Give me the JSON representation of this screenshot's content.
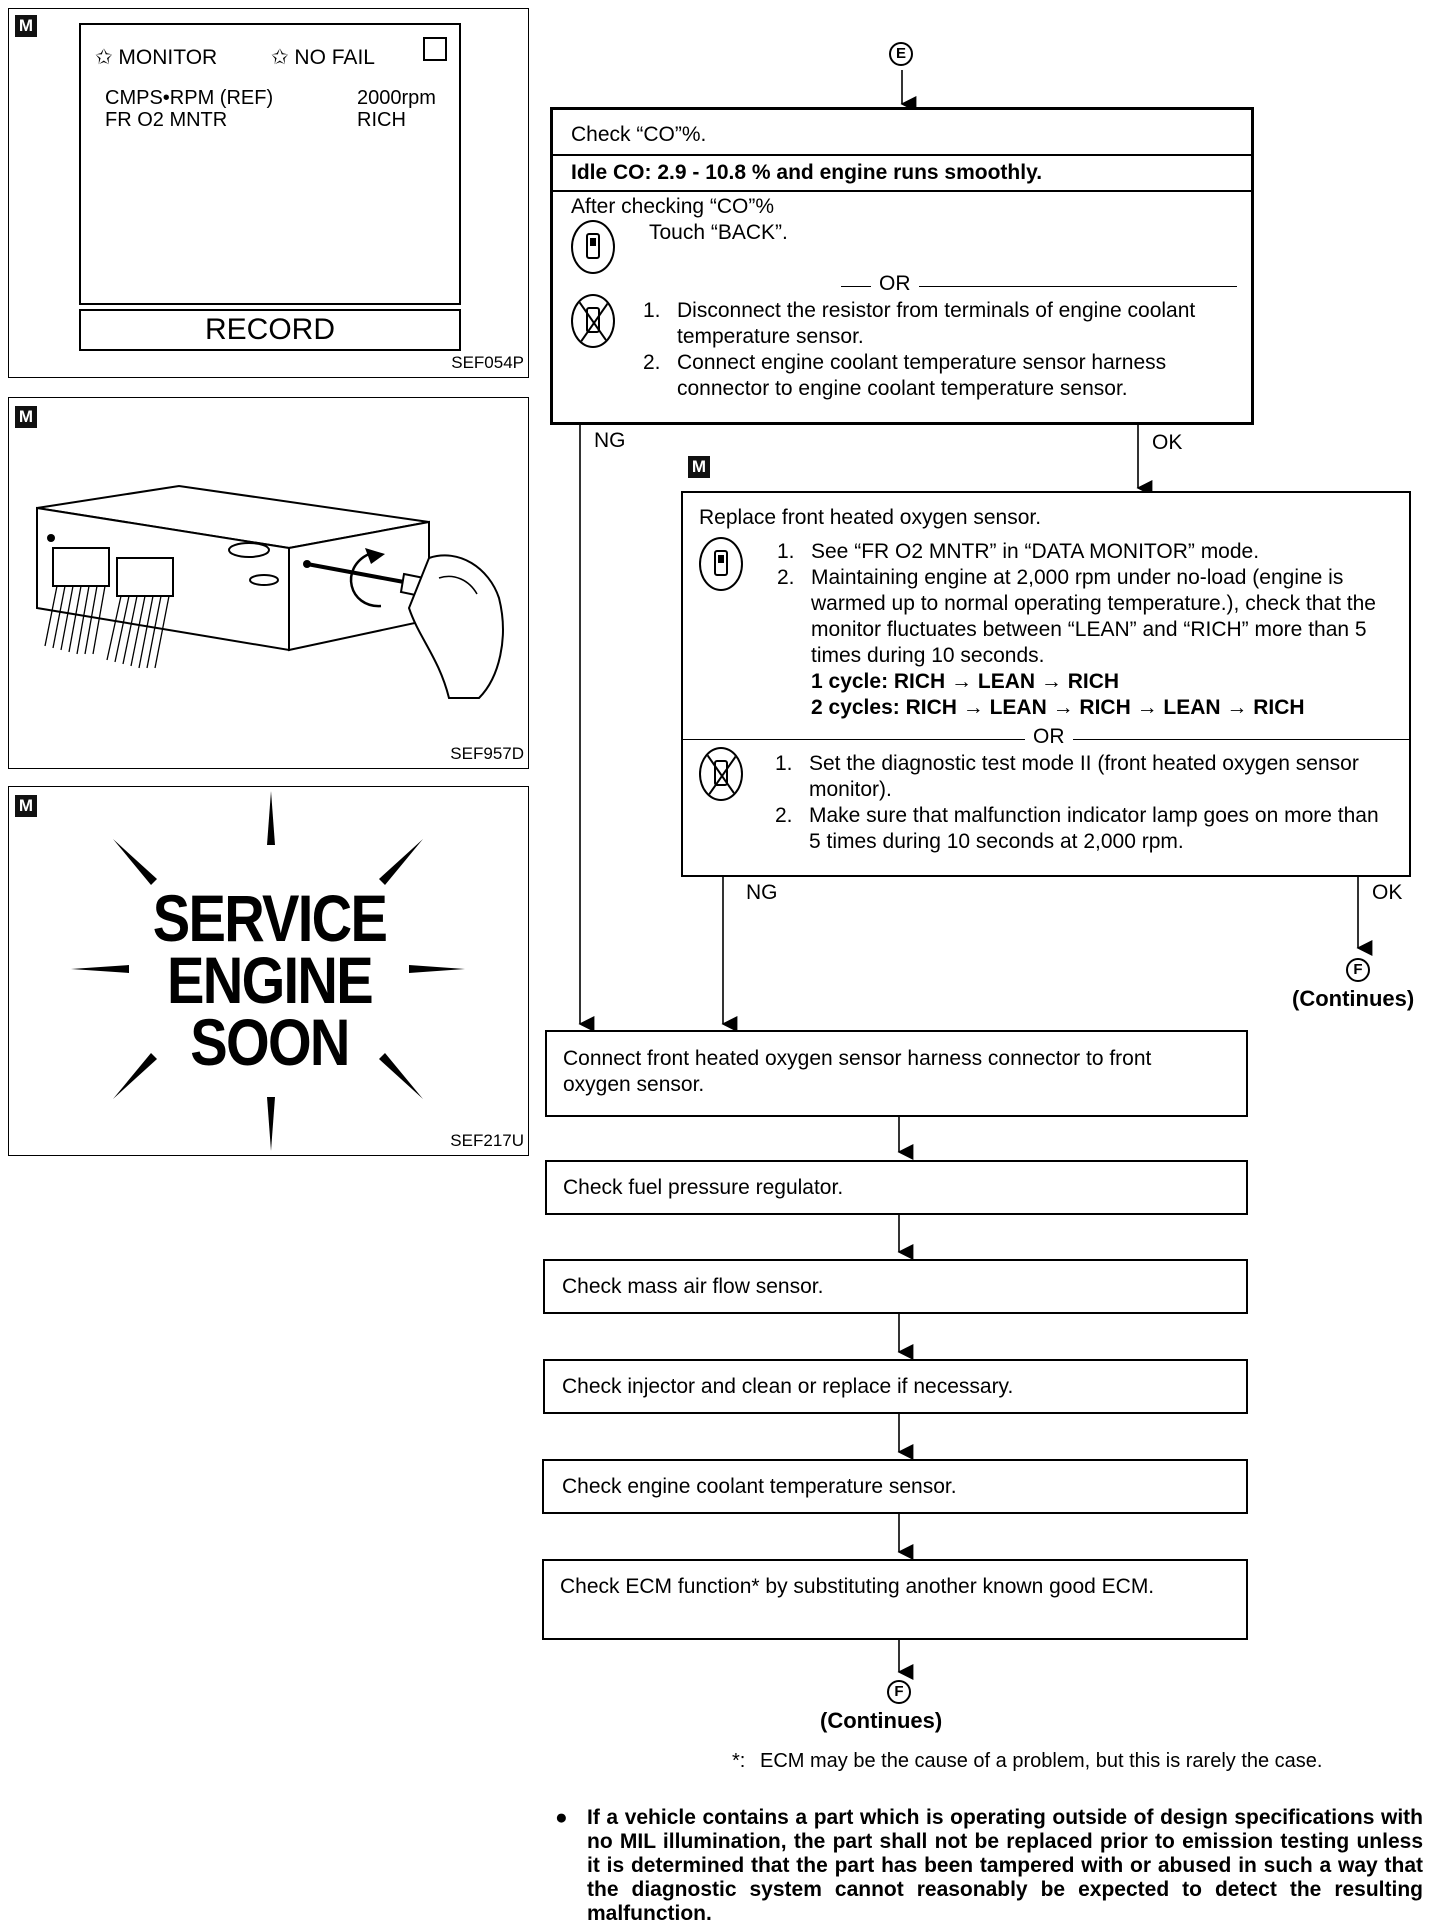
{
  "figures": {
    "monitor": {
      "badge": "M",
      "header_left": "✩ MONITOR",
      "header_right": "✩ NO FAIL",
      "rows": [
        {
          "label": "CMPS•RPM (REF)",
          "value": "2000rpm"
        },
        {
          "label": "FR O2 MNTR",
          "value": "RICH"
        }
      ],
      "record_label": "RECORD",
      "code": "SEF054P"
    },
    "ecm": {
      "badge": "M",
      "code": "SEF957D"
    },
    "service": {
      "badge": "M",
      "lines": [
        "SERVICE",
        "ENGINE",
        "SOON"
      ],
      "code": "SEF217U"
    }
  },
  "flow": {
    "start_connector": "E",
    "box_co": {
      "title": "Check “CO”%.",
      "spec": "Idle CO: 2.9 - 10.8 % and engine runs smoothly.",
      "after": "After checking “CO”%",
      "touch": "Touch “BACK”.",
      "or": "OR",
      "steps": [
        {
          "n": "1.",
          "text": "Disconnect the resistor from terminals of engine coolant temperature sensor."
        },
        {
          "n": "2.",
          "text": "Connect engine coolant temperature sensor harness connector to engine coolant temperature sensor."
        }
      ]
    },
    "ng1": "NG",
    "ok1": "OK",
    "box_o2": {
      "badge": "M",
      "title": "Replace front heated oxygen sensor.",
      "steps_consult": [
        {
          "n": "1.",
          "text": "See “FR O2 MNTR” in “DATA MONITOR” mode."
        },
        {
          "n": "2.",
          "text": "Maintaining engine at 2,000 rpm under no-load (engine is warmed up to normal operating temperature.), check that the monitor fluctuates between “LEAN” and “RICH” more than 5 times during 10 seconds."
        }
      ],
      "cycle1": "1 cycle: RICH → LEAN → RICH",
      "cycle2": "2 cycles: RICH → LEAN → RICH → LEAN → RICH",
      "or": "OR",
      "steps_mil": [
        {
          "n": "1.",
          "text": "Set the diagnostic test mode II (front heated oxygen sensor monitor)."
        },
        {
          "n": "2.",
          "text": "Make sure that malfunction indicator lamp goes on more than 5 times during 10 seconds at 2,000 rpm."
        }
      ]
    },
    "ng2": "NG",
    "ok2": "OK",
    "continue_right": {
      "letter": "F",
      "label": "(Continues)"
    },
    "steps": [
      "Connect front heated oxygen sensor harness connector to front oxygen sensor.",
      "Check fuel pressure regulator.",
      "Check mass air flow sensor.",
      "Check injector and clean or replace if necessary.",
      "Check engine coolant temperature sensor.",
      "Check ECM function* by substituting another known good ECM."
    ],
    "continue_bottom": {
      "letter": "F",
      "label": "(Continues)"
    }
  },
  "footnote": {
    "mark": "*:",
    "text": "ECM may be the cause of a problem, but this is rarely the case."
  },
  "bullet": {
    "symbol": "●",
    "text": "If a vehicle contains a part which is operating outside of design specifications with no MIL illumination, the part shall not be replaced prior to emission testing unless it is determined that the part has been tampered with or abused in such a way that the diagnostic system cannot reasonably be expected to detect the resulting malfunction."
  }
}
